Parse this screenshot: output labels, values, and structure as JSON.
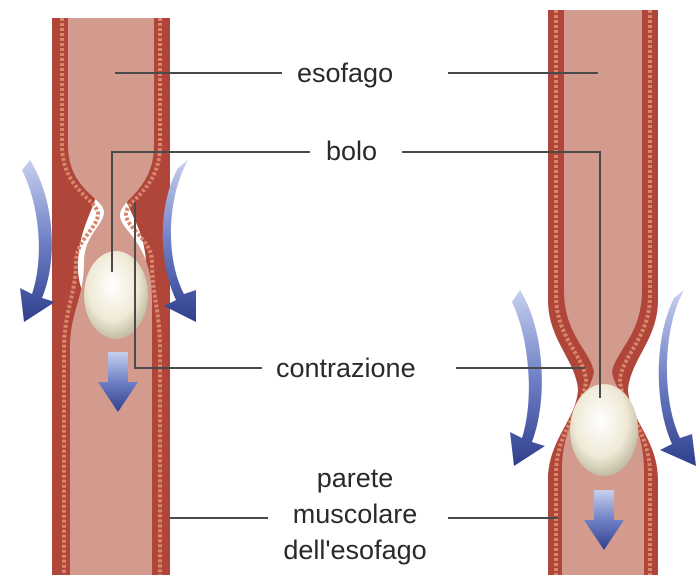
{
  "labels": {
    "esofago": "esofago",
    "bolo": "bolo",
    "contrazione": "contrazione",
    "parete_line1": "parete",
    "parete_line2": "muscolare",
    "parete_line3": "dell'esofago"
  },
  "colors": {
    "wall": "#b0463a",
    "wall_band": "#d8876c",
    "lumen": "#d39a8e",
    "bolus": "#efe9d6",
    "arrow": "#3b4e9a",
    "leader": "#4a4a4a"
  }
}
